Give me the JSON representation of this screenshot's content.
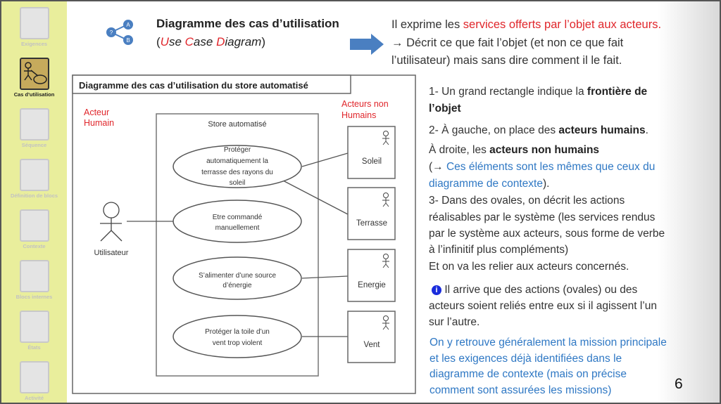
{
  "sidebar": {
    "items": [
      {
        "label": "Exigences",
        "active": false
      },
      {
        "label": "Cas d'utilisation",
        "active": true
      },
      {
        "label": "Séquence",
        "active": false
      },
      {
        "label": "Définition de blocs",
        "active": false
      },
      {
        "label": "Contexte",
        "active": false
      },
      {
        "label": "Blocs internes",
        "active": false
      },
      {
        "label": "États",
        "active": false
      },
      {
        "label": "Activité",
        "active": false
      }
    ]
  },
  "header": {
    "title": "Diagramme des cas d’utilisation",
    "sub_open": "(",
    "sub_u": "U",
    "sub_se": "se ",
    "sub_c": "C",
    "sub_ase": "ase ",
    "sub_d": "D",
    "sub_iagram": "iagram",
    "sub_close": ")",
    "icon_letters": [
      "?",
      "A",
      "B"
    ],
    "desc_1a": "Il exprime les ",
    "desc_1b": "services offerts par l’objet aux acteurs.",
    "desc_2": "→ Décrit ce que fait l’objet (et non ce que fait",
    "desc_3": "l’utilisateur) mais sans dire comment il le fait."
  },
  "diagram": {
    "title": "Diagramme des cas d’utilisation du store automatisé",
    "human_label": [
      "Acteur",
      "Humain"
    ],
    "nonhuman_label": [
      "Acteurs non",
      "Humains"
    ],
    "system": "Store automatisé",
    "actor": "Utilisateur",
    "use_cases": [
      {
        "lines": [
          "Protéger",
          "automatiquement la",
          "terrasse des rayons du",
          "soleil"
        ]
      },
      {
        "lines": [
          "Etre commandé",
          "manuellement"
        ]
      },
      {
        "lines": [
          "S’alimenter d’une source",
          "d’énergie"
        ]
      },
      {
        "lines": [
          "Protéger la toile d’un",
          "vent trop violent"
        ]
      }
    ],
    "external_actors": [
      "Soleil",
      "Terrasse",
      "Energie",
      "Vent"
    ]
  },
  "text": {
    "p1a": "1- Un grand rectangle indique la ",
    "p1b": "frontière de",
    "p1c": "l’objet",
    "p2a": "2- À gauche, on place des ",
    "p2b": "acteurs humains",
    ".": ".",
    "p3a": "À droite, les ",
    "p3b": "acteurs non humains",
    "p4a": "(→ ",
    "p4b": "Ces éléments sont les mêmes que  ceux du",
    "p4c": "diagramme de contexte",
    ").": ").",
    "p5": [
      "3- Dans des ovales, on décrit les actions",
      "réalisables par le système (les services rendus",
      "par le système aux acteurs, sous forme de verbe",
      "à l’infinitif plus compléments)",
      "Et on va les relier aux acteurs concernés."
    ],
    "info_icon": "i",
    "p6": [
      "Il arrive que des actions (ovales) ou des",
      "acteurs soient reliés entre eux si il agissent l’un",
      "sur l’autre."
    ],
    "p7": [
      "On y retrouve généralement la mission principale",
      "et les exigences  déjà identifiées dans le",
      "diagramme de contexte (mais on précise",
      "comment sont assurées les missions)"
    ]
  },
  "page_number": "6",
  "colors": {
    "accent_red": "#e0262b",
    "blue_text": "#2f78c4",
    "sidebar_bg": "#e9ee9c",
    "arrow": "#4a7fc1"
  }
}
